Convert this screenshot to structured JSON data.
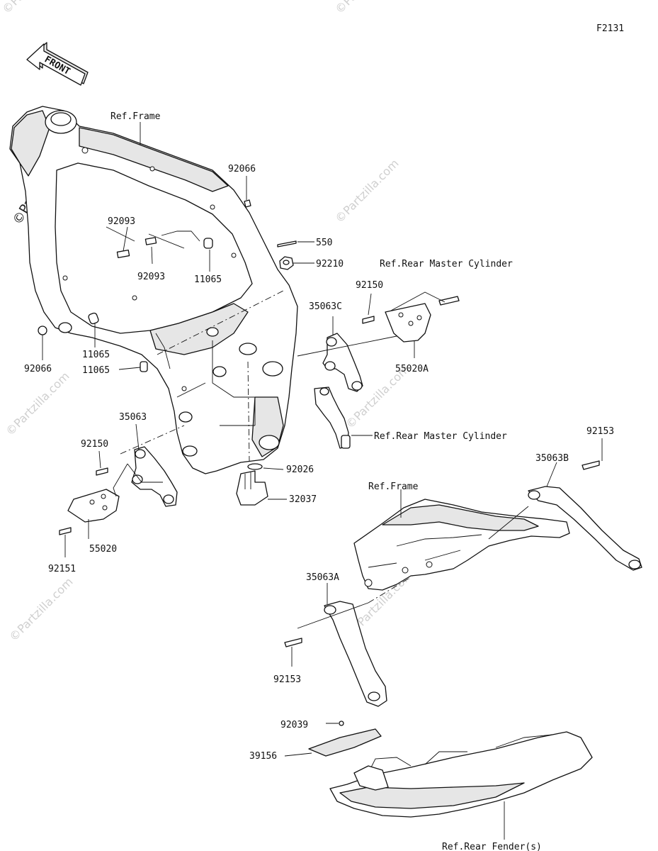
{
  "figure_code": "F2131",
  "front_arrow_label": "FRONT",
  "watermark": "©Partzilla.com",
  "labels": {
    "ref_frame_top": "Ref.Frame",
    "p92066_top": "92066",
    "p92093_a": "92093",
    "p92093_b": "92093",
    "p11065_a": "11065",
    "p550": "550",
    "p92210": "92210",
    "ref_rear_master_cyl_top": "Ref.Rear Master Cylinder",
    "p92150_right": "92150",
    "p35063c": "35063C",
    "p55020a": "55020A",
    "p92066_left": "92066",
    "p11065_b": "11065",
    "p11065_c": "11065",
    "ref_rear_master_cyl_mid": "Ref.Rear Master Cylinder",
    "p35063": "35063",
    "p92150_left": "92150",
    "p92026": "92026",
    "p32037": "32037",
    "p55020": "55020",
    "p92151": "92151",
    "p92153_right": "92153",
    "p35063b": "35063B",
    "ref_frame_sub": "Ref.Frame",
    "p35063a": "35063A",
    "p92153_left": "92153",
    "p92039": "92039",
    "p39156": "39156",
    "ref_rear_fender": "Ref.Rear Fender(s)"
  }
}
